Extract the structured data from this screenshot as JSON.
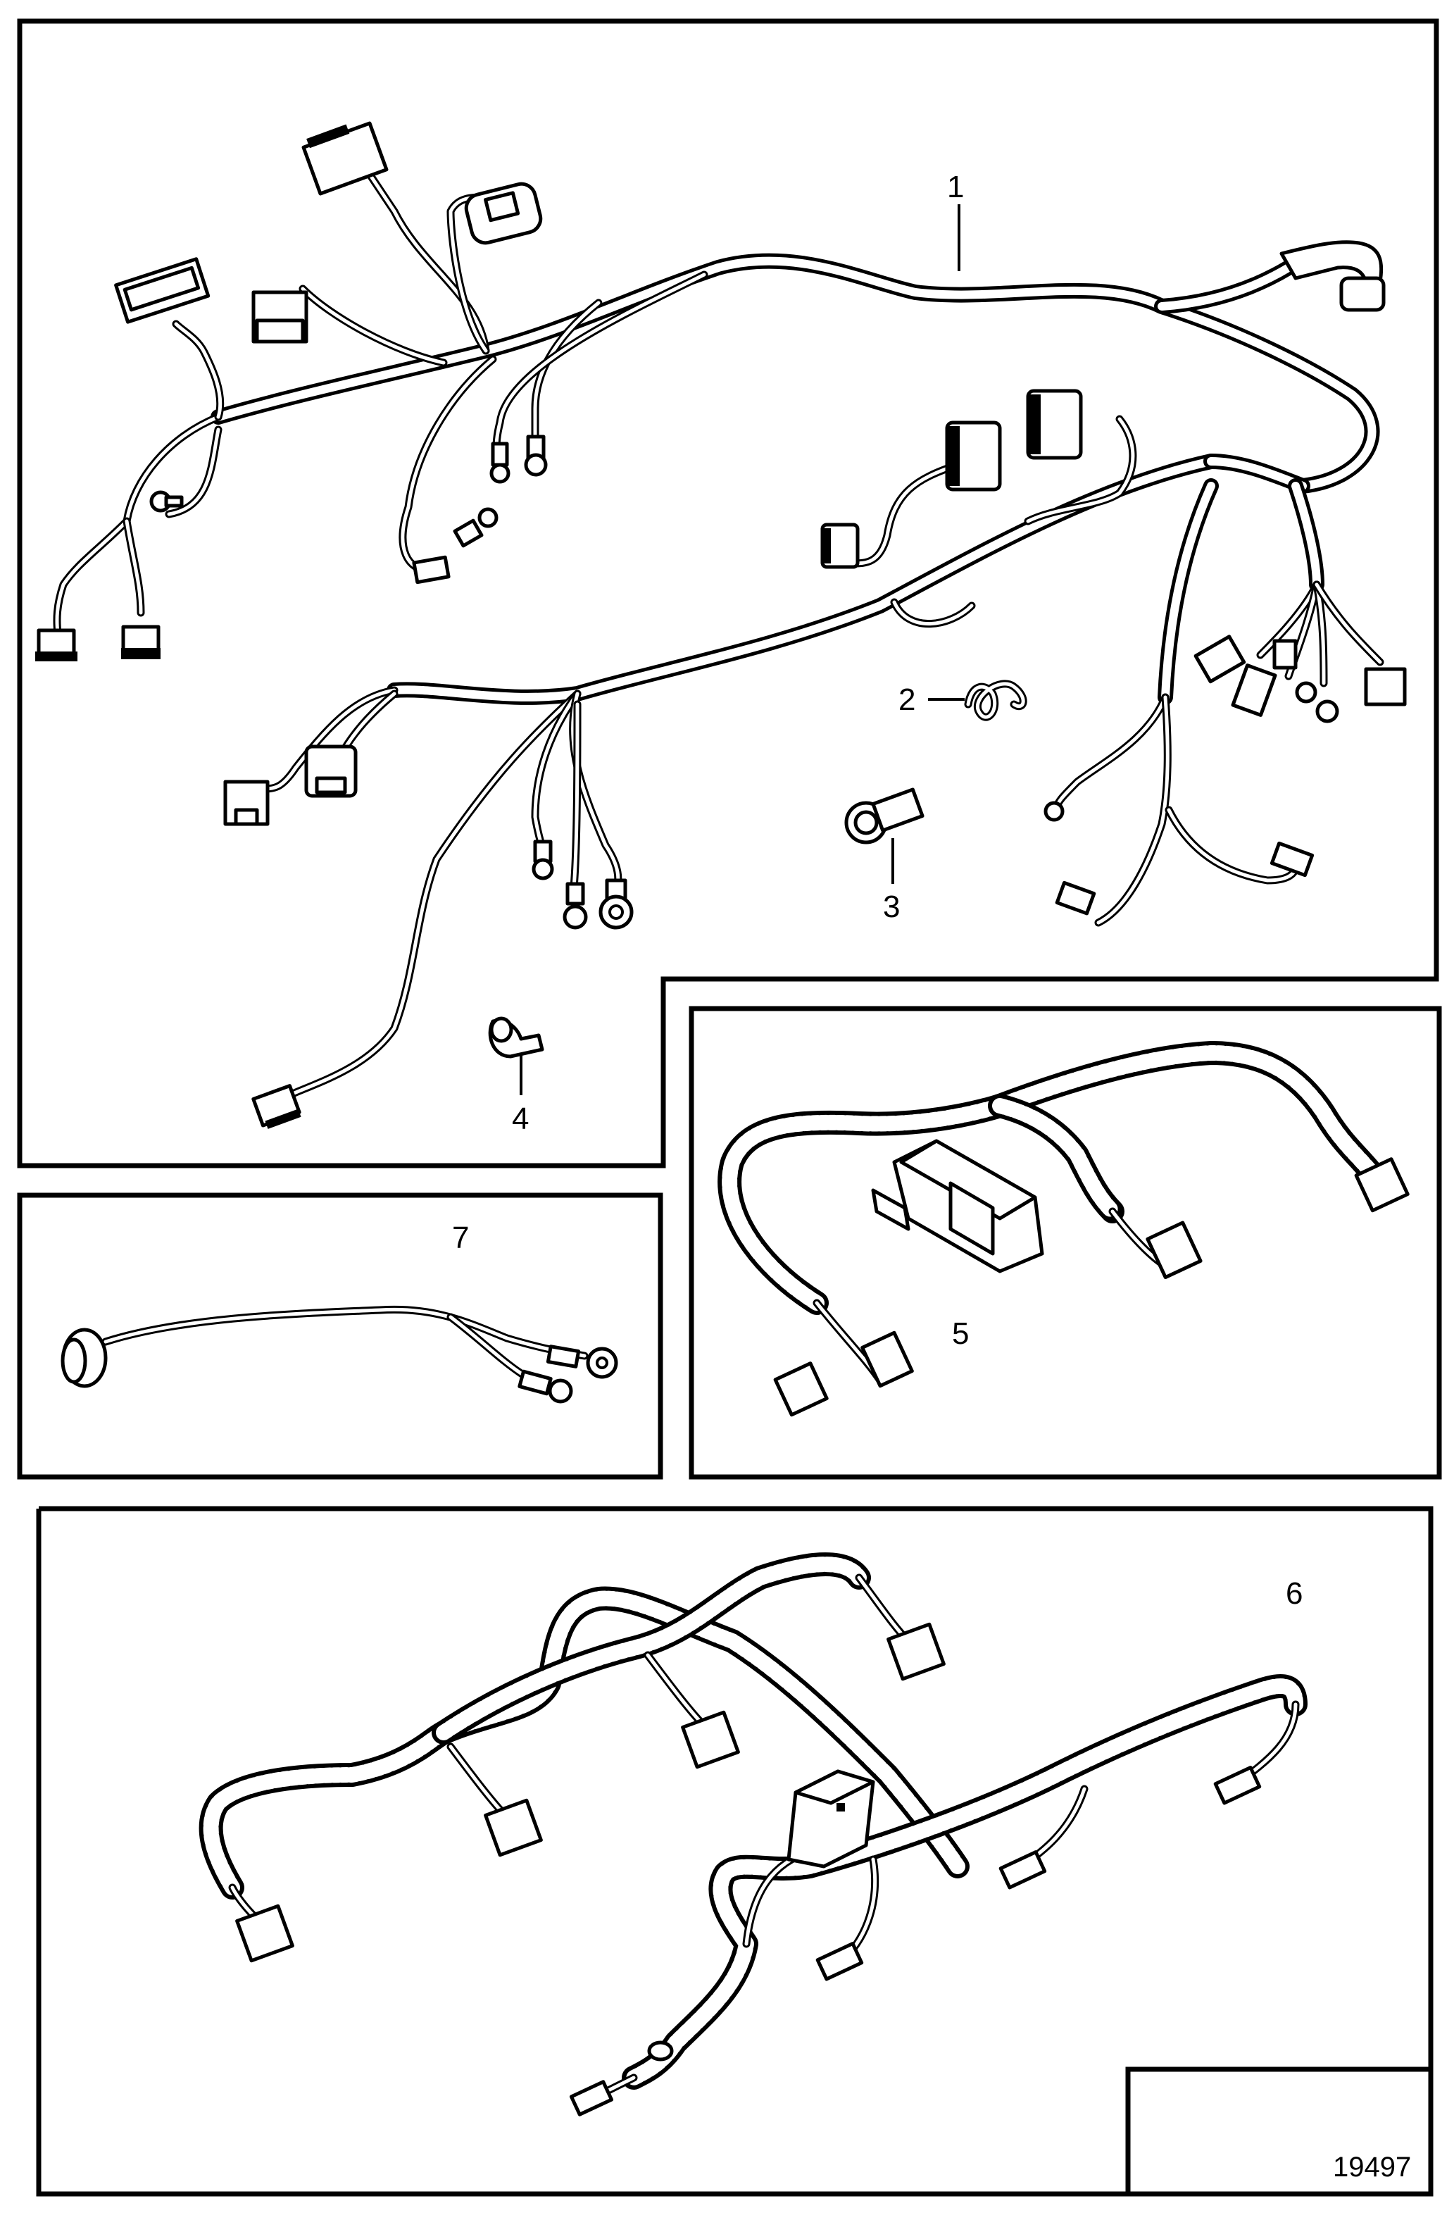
{
  "callouts": {
    "item_1": "1",
    "item_2": "2",
    "item_3": "3",
    "item_4": "4",
    "item_5": "5",
    "item_6": "6",
    "item_7": "7"
  },
  "figure_ref": "19497"
}
